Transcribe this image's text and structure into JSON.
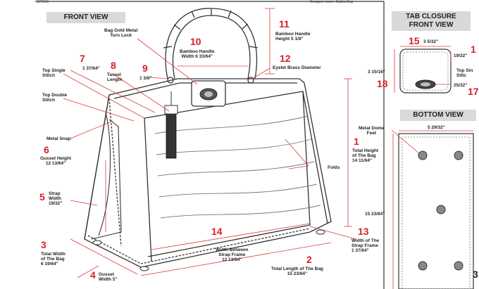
{
  "top_left": "SPECS",
  "top_right": "Designer name: Bakka Bag",
  "views": {
    "front": "FRONT VIEW",
    "tab_line1": "TAB CLOSURE",
    "tab_line2": "FRONT VIEW",
    "bottom": "BOTTOM VIEW"
  },
  "callouts": {
    "c1": {
      "num": "1",
      "line1": "Total Height",
      "line2": "of The Bag",
      "line3": "14 11/64\""
    },
    "c2": {
      "num": "2",
      "line1": "Total Length of  The Bag",
      "line2": "15 23/64\""
    },
    "c3": {
      "num": "3",
      "line1": "Total Width",
      "line2": "of  The Bag",
      "line3": "6 19/64\""
    },
    "c4": {
      "num": "4",
      "line1": "Gusset",
      "line2": "Width 5\""
    },
    "c5": {
      "num": "5",
      "line1": "Strap",
      "line2": "Width",
      "line3": "19/32\""
    },
    "c6": {
      "num": "6",
      "line1": "Gusset Height",
      "line2": "12 13/64\""
    },
    "c7": {
      "num": "7",
      "value": "1 37/64\""
    },
    "c8": {
      "num": "8",
      "line1": "Tassel",
      "line2": "Length"
    },
    "c9": {
      "num": "9",
      "value": "1 3/8\""
    },
    "c10": {
      "num": "10",
      "line1": "Bamboo Handle",
      "line2": "Width 6 33/64\""
    },
    "c11": {
      "num": "11",
      "line1": "Bamboo Handle",
      "line2": "Height 5 1/8\""
    },
    "c12": {
      "num": "12",
      "line1": "Eyelet Brass Diameter"
    },
    "c13": {
      "num": "13",
      "line1": "Width of The",
      "line2": "Strap Frame",
      "line3": "1 37/64\""
    },
    "c14": {
      "num": "14",
      "line1": "Width Between",
      "line2": "Strap Frame",
      "line3": "12 13/64\""
    },
    "c15": {
      "num": "15",
      "value": "3 5/32\""
    },
    "c16": {
      "num": "1",
      "value": "19/32\""
    },
    "c17": {
      "num": "17",
      "value": "25/32\""
    },
    "c18": {
      "num": "18",
      "value": "3 15/16\""
    }
  },
  "notes": {
    "bag_gold_line1": "Bag Gold Metal",
    "bag_gold_line2": "Turn Lock",
    "top_single_line1": "Top Single",
    "top_single_line2": "Stitch",
    "top_double_line1": "Top Double",
    "top_double_line2": "Stitch",
    "metal_snap": "Metal Snap",
    "folds": "Folds",
    "metal_dome_line1": "Metal Dome",
    "metal_dome_line2": "Feet",
    "bottom_width": "5 29/32\"",
    "bottom_height": "15 23/64\"",
    "tab_side_line1": "Top Sin",
    "tab_side_line2": "Stitc"
  },
  "page_number": "3"
}
